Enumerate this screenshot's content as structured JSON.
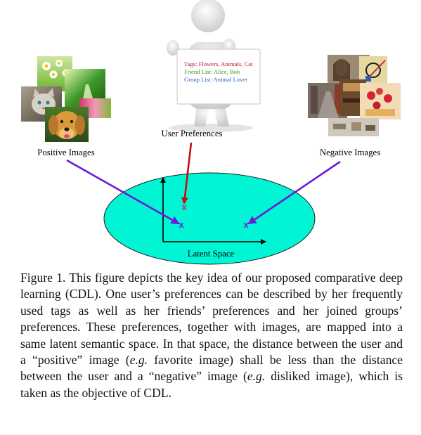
{
  "figure": {
    "user_label": "User Preferences",
    "board_lines": [
      {
        "text": "Tags: Flowers, Animals, Cat",
        "color": "#c0141e"
      },
      {
        "text": "Friend List: Alice, Bob",
        "color": "#3a9a1a"
      },
      {
        "text": "Group List: Animal Lover",
        "color": "#2a5fc4"
      }
    ],
    "positive_label": "Positive Images",
    "negative_label": "Negative Images",
    "space_label": "Latent Space",
    "marker_glyph": "x",
    "colors": {
      "ellipse_fill": "#00f5d4",
      "user_arrow": "#c00f0f",
      "image_arrows": "#6a1bd6",
      "user_marker": "#b03a5a",
      "image_marker": "#5a2ad0"
    }
  },
  "caption": {
    "figure_number": "Figure 1.",
    "p1": "This figure depicts the key idea of our proposed comparative deep learning (CDL). One user’s preferences can be described by her frequently used tags as well as her friends’ preferences and her joined groups’ preferences. These preferences, together with images, are mapped into a same latent semantic space. In that space, the distance between the user and a “positive” image (",
    "eg1": "e.g.",
    "p2": " favorite image) shall be less than the distance between the user and a “negative” image (",
    "eg2": "e.g.",
    "p3": " disliked image), which is taken as the objective of CDL."
  }
}
